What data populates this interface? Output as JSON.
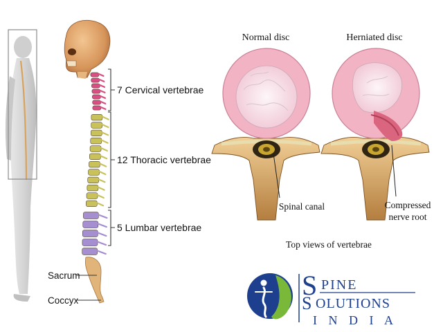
{
  "spine_labels": {
    "cervical": "7 Cervical vertebrae",
    "thoracic": "12 Thoracic vertebrae",
    "lumbar": "5 Lumbar vertebrae",
    "sacrum": "Sacrum",
    "coccyx": "Coccyx"
  },
  "disc_panel": {
    "normal_title": "Normal disc",
    "herniated_title": "Herniated disc",
    "spinal_canal": "Spinal canal",
    "compressed_line1": "Compressed",
    "compressed_line2": "nerve root",
    "caption": "Top views of vertebrae"
  },
  "logo": {
    "brand_s": "S",
    "brand_pine": "PINE",
    "brand_o": "S",
    "brand_olutions": "OLUTIONS",
    "brand_india": "I N D I A"
  },
  "colors": {
    "bone": "#e1b47a",
    "bone_dark": "#a8763c",
    "cervical": "#d94f83",
    "thoracic": "#c9c25a",
    "lumbar": "#a58fd0",
    "disc_outer": "#f2b3c4",
    "disc_inner": "#f2e9ef",
    "brand_blue": "#1d3f8e",
    "brand_green": "#7ab83a"
  }
}
